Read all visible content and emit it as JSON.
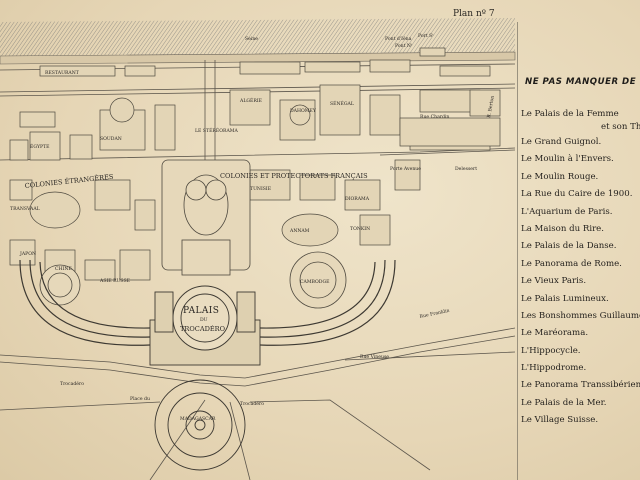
{
  "header": {
    "plan_number": "Plan nº 7"
  },
  "sidebar": {
    "title": "NE PAS MANQUER DE VIS",
    "items": [
      {
        "label": "Le Palais de la Femme",
        "sub": "et son Thé"
      },
      {
        "label": "Le Grand Guignol."
      },
      {
        "label": "Le Moulin à l'Envers."
      },
      {
        "label": "Le Moulin Rouge."
      },
      {
        "label": "La Rue du Caire de 1900."
      },
      {
        "label": "L'Aquarium de Paris."
      },
      {
        "label": "La Maison du Rire."
      },
      {
        "label": "Le Palais de la Danse."
      },
      {
        "label": "Le Panorama de Rome."
      },
      {
        "label": "Le Vieux Paris."
      },
      {
        "label": "Le Palais Lumineux."
      },
      {
        "label": "Les Bonshommes Guillaume."
      },
      {
        "label": "Le Maréorama."
      },
      {
        "label": "L'Hippocycle."
      },
      {
        "label": "L'Hippodrome."
      },
      {
        "label": "Le Panorama Transsibérien."
      },
      {
        "label": "Le Palais de la Mer."
      },
      {
        "label": "Le Village Suisse."
      }
    ]
  },
  "map": {
    "labels": {
      "seine": "Seine",
      "pont_iena": "Pont d'Iéna",
      "port": "Port Sᵗ",
      "pont_n": "Pont Nᵗ",
      "colonies_etrangeres": "COLONIES ÉTRANGÈRES",
      "colonies_protectorats": "COLONIES ET PROTECTORATS FRANÇAIS",
      "porte_avenue": "Porte Avenue",
      "delessert": "Delessert",
      "palais": "PALAIS",
      "du": "DU",
      "trocadero": "TROCADÉRO",
      "place_du": "Place du",
      "place_trocadero": "Trocadéro",
      "rue_vineuse": "Rue Vineuse",
      "rue_franklin": "Rue Franklin",
      "rue_chardin": "Rue Chardin",
      "rue_berton": "R. Berton",
      "trocadero_road": "Trocadéro",
      "madagascar": "MADAGASCAR",
      "cambodge": "CAMBODGE",
      "dioramas": "DIORAMA",
      "annam": "ANNAM",
      "tunisie": "TUNISIE",
      "algerie": "ALGÉRIE",
      "chine": "CHINE",
      "russie": "ASIE RUSSE",
      "japon": "JAPON",
      "transvaal": "TRANSVAAL",
      "egypte": "ÉGYPTE",
      "tonkin": "TONKIN",
      "soudan": "SOUDAN",
      "dahomey": "DAHOMEY",
      "senegal": "SÉNÉGAL",
      "restaurant": "RESTAURANT",
      "le_stereorama": "LE STÉRÉORAMA"
    }
  }
}
